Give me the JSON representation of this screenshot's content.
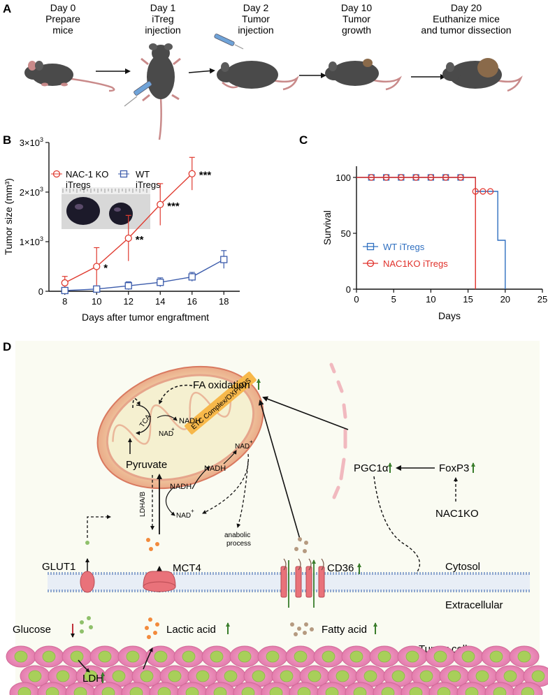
{
  "panels": {
    "a": "A",
    "b": "B",
    "c": "C",
    "d": "D"
  },
  "timeline": [
    {
      "day": "Day 0",
      "desc1": "Prepare",
      "desc2": "mice"
    },
    {
      "day": "Day 1",
      "desc1": "iTreg",
      "desc2": "injection"
    },
    {
      "day": "Day 2",
      "desc1": "Tumor",
      "desc2": "injection"
    },
    {
      "day": "Day 10",
      "desc1": "Tumor",
      "desc2": "growth"
    },
    {
      "day": "Day 20",
      "desc1": "Euthanize mice",
      "desc2": "and tumor dissection"
    }
  ],
  "chart_data": [
    {
      "type": "line",
      "ylabel": "Tumor size (mm³)",
      "xlabel": "Days after tumor engraftment",
      "ylim": [
        0,
        3000
      ],
      "xticks": [
        8,
        10,
        12,
        14,
        16,
        18
      ],
      "yticks": [
        {
          "value": 0,
          "label": "0",
          "sup": ""
        },
        {
          "value": 1000,
          "label": "1×10",
          "sup": "3"
        },
        {
          "value": 2000,
          "label": "2×10",
          "sup": "3"
        },
        {
          "value": 3000,
          "label": "3×10",
          "sup": "3"
        }
      ],
      "legend": {
        "ko1": "NAC-1 KO",
        "ko2": "iTregs",
        "wt1": "WT",
        "wt2": "iTregs"
      },
      "series": [
        {
          "name": "NAC-1 KO iTregs",
          "color": "#e03c31",
          "x": [
            8,
            10,
            12,
            14,
            16
          ],
          "y": [
            170,
            500,
            1070,
            1750,
            2370
          ],
          "err": [
            130,
            380,
            460,
            420,
            330
          ],
          "sig": [
            "",
            "*",
            "**",
            "***",
            "***"
          ]
        },
        {
          "name": "WT iTregs",
          "color": "#3b5bab",
          "x": [
            8,
            10,
            12,
            14,
            16,
            18
          ],
          "y": [
            15,
            45,
            110,
            180,
            290,
            640
          ],
          "err": [
            20,
            50,
            80,
            90,
            90,
            180
          ],
          "sig": [
            "",
            "",
            "",
            "",
            "",
            ""
          ]
        }
      ]
    },
    {
      "type": "line",
      "ylabel": "Survival",
      "xlabel": "Days",
      "xlim": [
        0,
        25
      ],
      "ylim": [
        0,
        110
      ],
      "xticks": [
        0,
        5,
        10,
        15,
        20,
        25
      ],
      "yticks": [
        0,
        50,
        100
      ],
      "series": [
        {
          "name": "WT iTregs",
          "color": "#2f6fc0",
          "steps": [
            [
              0,
              100
            ],
            [
              16,
              100
            ],
            [
              16,
              87.5
            ],
            [
              19,
              87.5
            ],
            [
              19,
              43.75
            ],
            [
              20,
              43.75
            ],
            [
              20,
              0
            ]
          ],
          "markers": [
            [
              2,
              100
            ],
            [
              4,
              100
            ],
            [
              6,
              100
            ],
            [
              8,
              100
            ],
            [
              10,
              100
            ],
            [
              12,
              100
            ],
            [
              14,
              100
            ]
          ]
        },
        {
          "name": "NAC1KO iTregs",
          "color": "#e0302a",
          "steps": [
            [
              0,
              100
            ],
            [
              16,
              100
            ],
            [
              16,
              0
            ]
          ],
          "markers": [
            [
              2,
              100
            ],
            [
              4,
              100
            ],
            [
              6,
              100
            ],
            [
              8,
              100
            ],
            [
              10,
              100
            ],
            [
              12,
              100
            ],
            [
              14,
              100
            ],
            [
              16,
              87.5
            ],
            [
              17,
              87.5
            ],
            [
              18,
              87.5
            ]
          ]
        }
      ]
    }
  ],
  "diagram": {
    "fa_oxidation": "FA oxidation",
    "tca": "TCA",
    "nadh1": "NADH",
    "nad1": "NAD",
    "pyruvate": "Pyruvate",
    "etc": "ETC Complex/OXPHOS",
    "nad_right": "NAD",
    "nadh2": "NADH",
    "nadh3": "NADH",
    "nad2": "NAD",
    "ldha": "LDHA/B",
    "anabolic1": "anabolic",
    "anabolic2": "process",
    "pgc1a": "PGC1α",
    "foxp3": "FoxP3",
    "nac1ko": "NAC1KO",
    "glut1": "GLUT1",
    "mct4": "MCT4",
    "cd36": "CD36",
    "cytosol": "Cytosol",
    "extracellular": "Extracellular",
    "glucose": "Glucose",
    "lactic": "Lactic acid",
    "fatty": "Fatty acid",
    "tumor_cells": "Tumor cells",
    "ldh": "LDH",
    "sup_plus": "+"
  }
}
